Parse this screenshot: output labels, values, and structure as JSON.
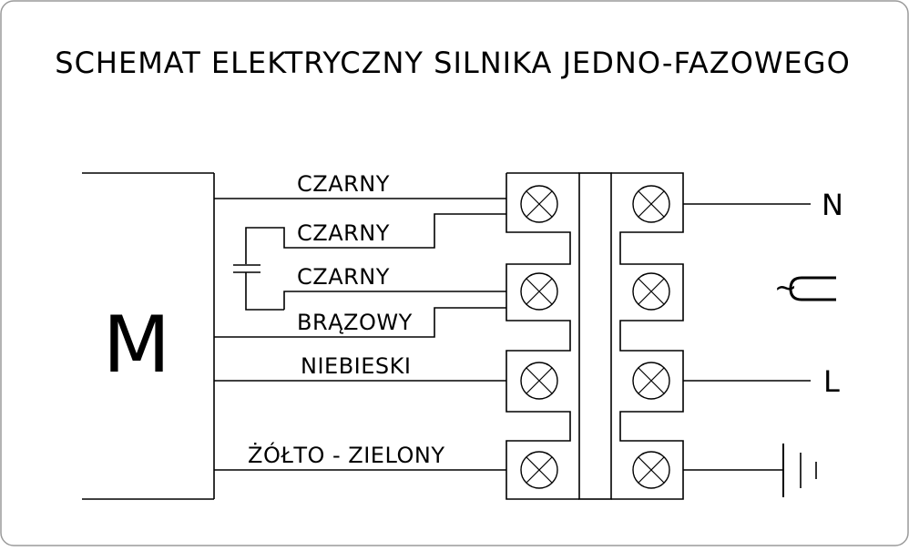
{
  "diagram": {
    "title": "SCHEMAT ELEKTRYCZNY SILNIKA JEDNO-FAZOWEGO",
    "motor_label": "M",
    "wires": [
      "CZARNY",
      "CZARNY",
      "CZARNY",
      "BRĄZOWY",
      "NIEBIESKI",
      "ŻÓŁTO - ZIELONY"
    ],
    "outputs": {
      "neutral": "N",
      "line": "L",
      "ac_symbol": "~U"
    }
  }
}
